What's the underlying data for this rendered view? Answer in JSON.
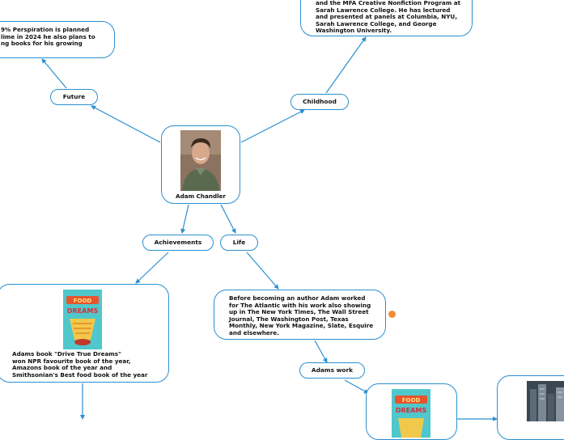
{
  "colors": {
    "edge": "#2a8fd0",
    "border": "#2a8fd0",
    "marker": "#f28c38"
  },
  "nodes": {
    "center": {
      "label": "Adam Chandler"
    },
    "future": {
      "label": "Future",
      "text": "9% Perspiration is planned\nlime in 2024 he also plans to\nng books for his growing"
    },
    "childhood": {
      "label": "Childhood",
      "text": "and the MFA Creative Nonfiction Program at\nSarah Lawrence College. He has lectured\nand presented at panels at Columbia, NYU,\nSarah Lawrence College, and George\nWashington University."
    },
    "achievements": {
      "label": "Achievements",
      "text": "Adams book \"Drive True Dreams\"\nwon NPR favourite book of the year,\nAmazons book of the year and\nSmithsonian's Best food book of the year"
    },
    "life": {
      "label": "Life",
      "text": "Before becoming an author Adam worked\nfor The Atlantic with his work also showing\nup in The New York Times, The Wall Street\nJournal, The Washington Post, Texas\nMonthly, New York Magazine, Slate, Esquire\nand elsewhere."
    },
    "adams_work": {
      "label": "Adams work"
    }
  },
  "book_cover": {
    "brand": "FOOD",
    "title": "DREAMS"
  }
}
